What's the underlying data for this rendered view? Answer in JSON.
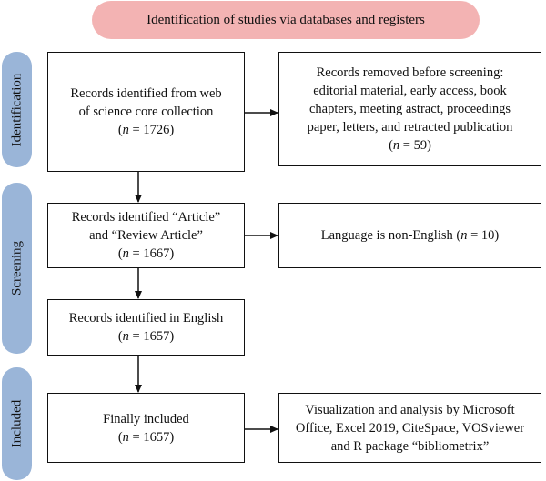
{
  "header": {
    "title": "Identification of studies via databases and registers"
  },
  "sidebar": {
    "identification": "Identification",
    "screening": "Screening",
    "included": "Included"
  },
  "boxes": {
    "identified": {
      "lines": [
        "Records identified from web",
        "of science core collection"
      ],
      "count_prefix": "(",
      "n": "n",
      "count_value": " = 1726)"
    },
    "removed": {
      "lines": [
        "Records removed before screening:",
        "editorial material, early access, book",
        "chapters, meeting astract, proceedings",
        "paper, letters, and retracted publication"
      ],
      "count_prefix": "(",
      "n": "n",
      "count_value": " = 59)"
    },
    "article": {
      "lines": [
        "Records identified “Article”",
        "and “Review Article”"
      ],
      "count_prefix": "(",
      "n": "n",
      "count_value": " = 1667)"
    },
    "language": {
      "text_prefix": "Language is non-English (",
      "n": "n",
      "count_value": " = 10)"
    },
    "english": {
      "lines": [
        "Records identified in English"
      ],
      "count_prefix": "(",
      "n": "n",
      "count_value": " = 1657)"
    },
    "included": {
      "lines": [
        "Finally included"
      ],
      "count_prefix": "(",
      "n": "n",
      "count_value": " = 1657)"
    },
    "visualization": {
      "lines": [
        "Visualization and analysis by Microsoft",
        "Office, Excel 2019, CiteSpace, VOSviewer",
        "and R package “bibliometrix”"
      ]
    }
  }
}
